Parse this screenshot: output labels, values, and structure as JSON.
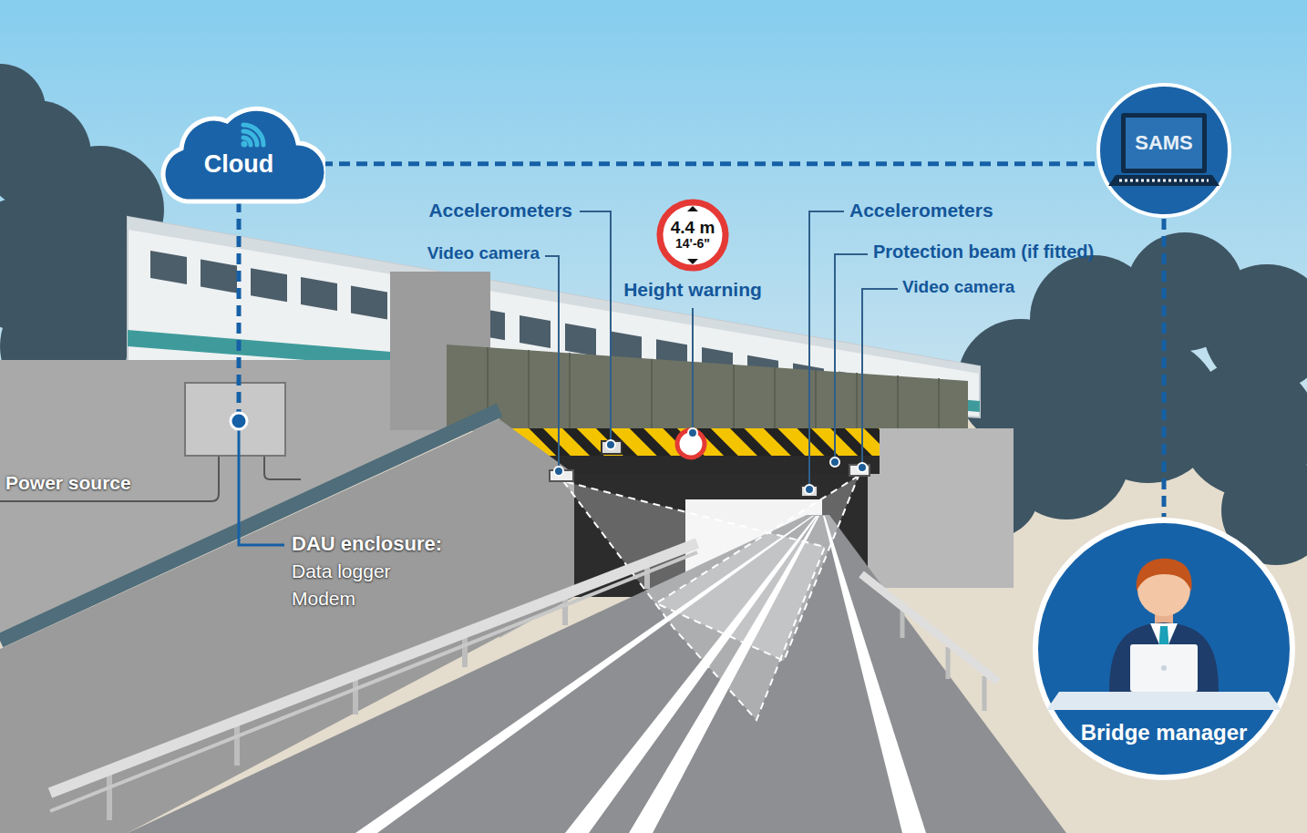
{
  "diagram": {
    "nodes": [
      {
        "text": [
          "Cloud"
        ]
      },
      {
        "text": [
          "SAMS"
        ]
      },
      {
        "text": [
          "4.4 m",
          "14'-6\""
        ]
      },
      {
        "text": [
          "DAU enclosure:",
          "Data logger",
          "Modem"
        ]
      },
      {
        "text": [
          "Bridge manager"
        ]
      }
    ],
    "edges": [
      {
        "from": 0,
        "to": 1,
        "arrow": "none"
      },
      {
        "from": 0,
        "to": 3,
        "arrow": "none"
      },
      {
        "from": 1,
        "to": 4,
        "arrow": "none"
      }
    ],
    "labels": [
      "Accelerometers",
      "Video camera",
      "Height warning",
      "Accelerometers",
      "Protection beam (if fitted)",
      "Video camera",
      "Power source"
    ]
  }
}
